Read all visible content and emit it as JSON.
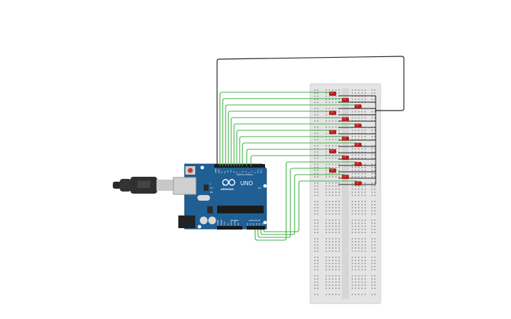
{
  "board": {
    "brand": "ARDUINO",
    "model": "UNO",
    "digital_label": "DIGITAL (PWM~)",
    "power_label": "POWER",
    "analog_label": "ANALOG IN",
    "pin_labels_top": [
      "AREF",
      "GND",
      "13",
      "12",
      "~11",
      "~10",
      "~9",
      "8",
      "7",
      "~6",
      "~5",
      "4",
      "~3",
      "2",
      "TX 1",
      "RX 0"
    ],
    "pin_labels_power": [
      "IOREF",
      "RESET",
      "3.3V",
      "5V",
      "GND",
      "GND",
      "Vin"
    ],
    "pin_labels_analog": [
      "A0",
      "A1",
      "A2",
      "A3",
      "A4",
      "A5"
    ],
    "led_labels": [
      "L",
      "TX",
      "RX"
    ],
    "on_label": "ON",
    "color": "#1f5f94"
  },
  "cable": {
    "color": "#333333"
  },
  "breadboard": {
    "color": "#e4e4e4",
    "hole_color": "#8a8a8a"
  },
  "leds": {
    "count": 15,
    "color": "#b02020"
  },
  "wires": {
    "signal_color": "#3cb043",
    "ground_color": "#222222"
  }
}
